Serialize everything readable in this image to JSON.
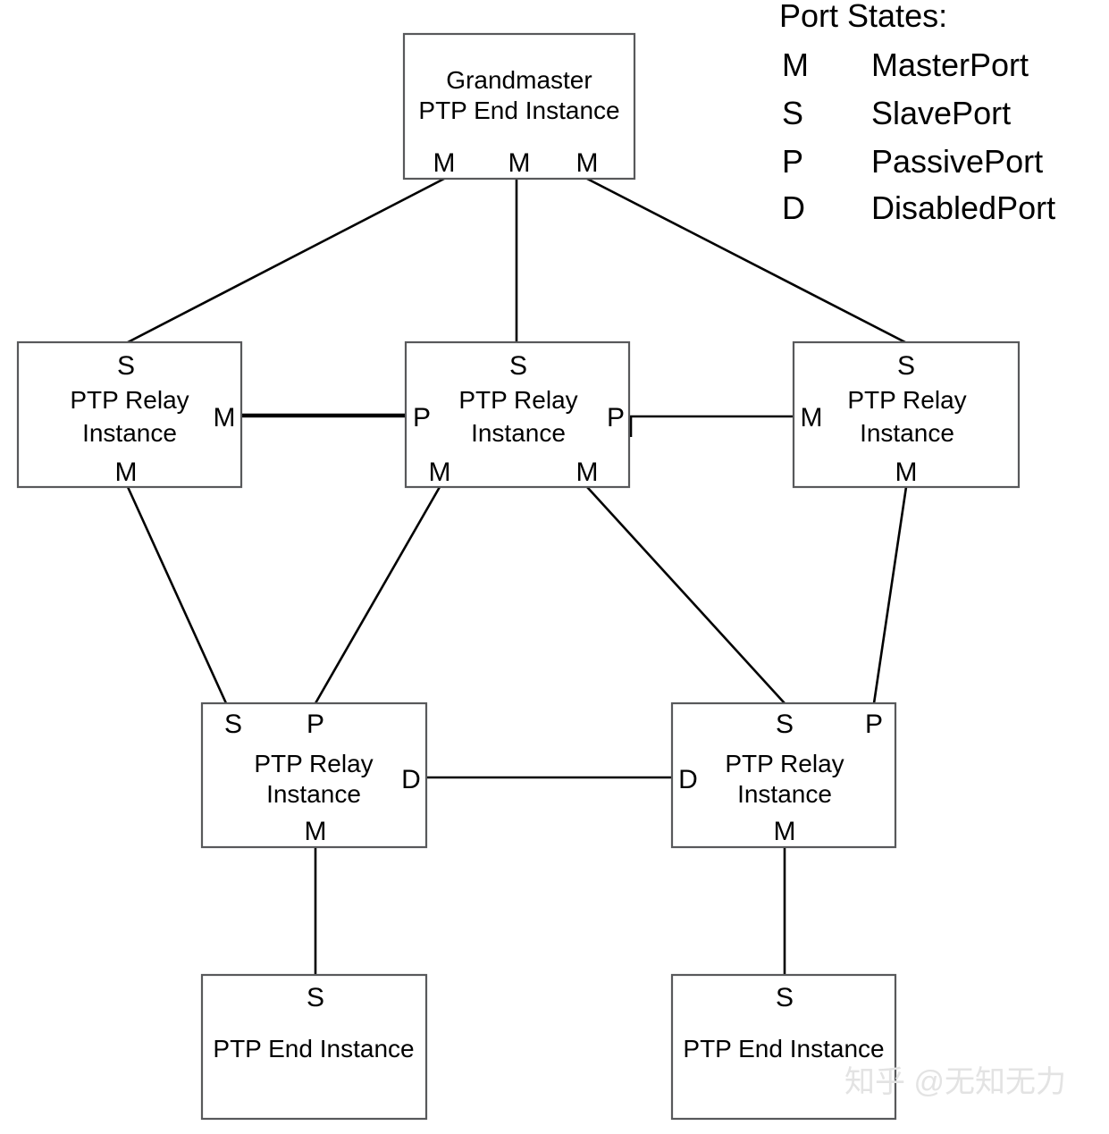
{
  "legend": {
    "title": "Port States:",
    "entries": [
      {
        "key": "M",
        "value": "MasterPort"
      },
      {
        "key": "S",
        "value": "SlavePort"
      },
      {
        "key": "P",
        "value": "PassivePort"
      },
      {
        "key": "D",
        "value": "DisabledPort"
      }
    ]
  },
  "nodes": {
    "grandmaster": {
      "line1": "Grandmaster",
      "line2": "PTP End Instance",
      "ports": {
        "m_left": "M",
        "m_mid": "M",
        "m_right": "M"
      }
    },
    "relay_left": {
      "line1": "PTP Relay",
      "line2": "Instance",
      "ports": {
        "s_top": "S",
        "m_right": "M",
        "m_bottom": "M"
      }
    },
    "relay_mid": {
      "line1": "PTP Relay",
      "line2": "Instance",
      "ports": {
        "s_top": "S",
        "p_left": "P",
        "p_right": "P",
        "m_bottom_left": "M",
        "m_bottom_right": "M"
      }
    },
    "relay_right": {
      "line1": "PTP Relay",
      "line2": "Instance",
      "ports": {
        "s_top": "S",
        "m_left": "M",
        "m_bottom": "M"
      }
    },
    "relay_bottom_left": {
      "line1": "PTP Relay",
      "line2": "Instance",
      "ports": {
        "s_top_left": "S",
        "p_top_mid": "P",
        "d_right": "D",
        "m_bottom": "M"
      }
    },
    "relay_bottom_right": {
      "line1": "PTP Relay",
      "line2": "Instance",
      "ports": {
        "d_left": "D",
        "s_top_mid": "S",
        "p_top_right": "P",
        "m_bottom": "M"
      }
    },
    "end_left": {
      "line1": "PTP End Instance",
      "ports": {
        "s_top": "S"
      }
    },
    "end_right": {
      "line1": "PTP End Instance",
      "ports": {
        "s_top": "S"
      }
    }
  },
  "watermark": {
    "text": "知乎 @无知无力"
  },
  "colors": {
    "background": "#ffffff",
    "box_stroke": "#58595b",
    "link": "#000000",
    "text": "#000000",
    "watermark": "#e3e3e3"
  }
}
